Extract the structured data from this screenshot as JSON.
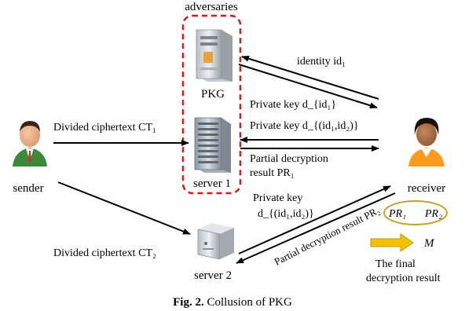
{
  "labels": {
    "adversaries": "adversaries",
    "pkg": "PKG",
    "server1": "server 1",
    "server2": "server 2",
    "sender": "sender",
    "receiver": "receiver",
    "identity": "identity id₁",
    "private_key_1": "Private key d_{id₁}",
    "private_key_2": "Private key d_{(id₁,id₂)}",
    "partial_decryption_1_line1": "Partial decryption",
    "partial_decryption_1_line2": "result PR₁",
    "private_key_3_line1": "Private key",
    "private_key_3_line2": "d_{(id₁,id₂)}",
    "partial_decryption_2": "Partial decryption result PR₂",
    "divided_ct1": "Divided ciphertext CT₁",
    "divided_ct2": "Divided ciphertext CT₂",
    "pr1": "PR₁",
    "pr2": "PR₂",
    "m": "M",
    "final_line1": "The final",
    "final_line2": "decryption result"
  },
  "caption": {
    "prefix": "Fig. 2.",
    "text": "Collusion of PKG"
  },
  "colors": {
    "adversary_box": "#e0161b",
    "pr_ellipse": "#c9a227",
    "arrow_fill": "#f2c200",
    "arrow_stroke": "#c89600"
  }
}
